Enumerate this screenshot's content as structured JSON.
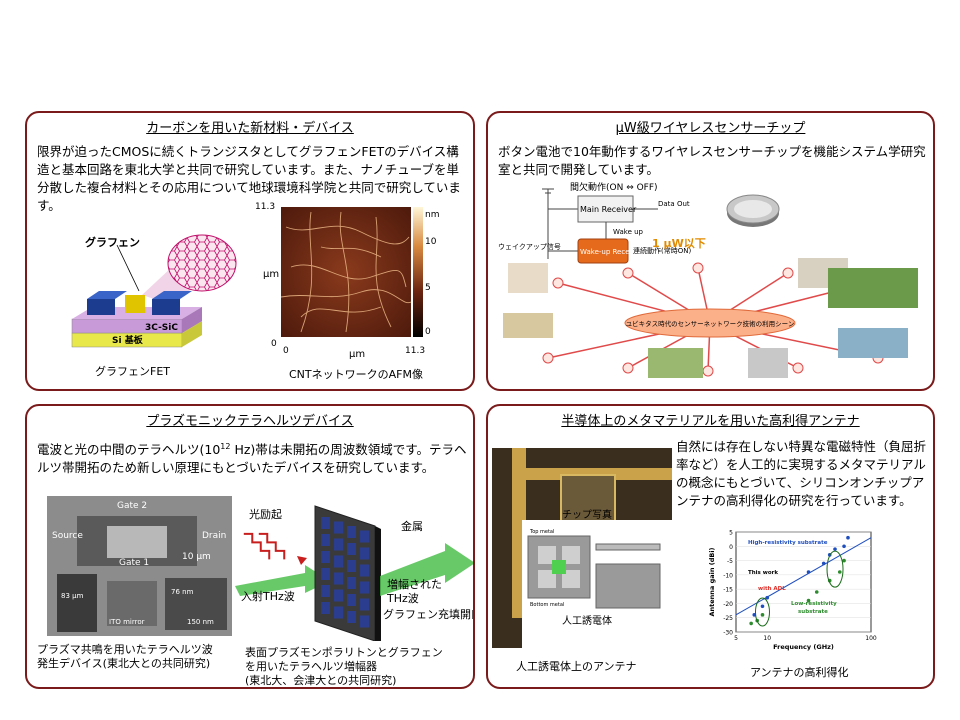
{
  "panels": {
    "carbon": {
      "title": "カーボンを用いた新材料・デバイス",
      "text": "限界が迫ったCMOSに続くトランジスタとしてグラフェンFETのデバイス構造と基本回路を東北大学と共同で研究しています。また、ナノチューブを単分散した複合材料とその応用について地球環境科学院と共同で研究しています。",
      "graphene_label": "グラフェン",
      "layer_sic": "3C-SiC",
      "layer_si": "Si 基板",
      "fig1_caption": "グラフェンFET",
      "afm": {
        "y_top": "11.3",
        "y_unit": "μm",
        "x_zero": "0",
        "y_zero": "0",
        "x_unit": "μm",
        "x_max": "11.3",
        "scale_unit": "nm",
        "scale_10": "10",
        "scale_5": "5",
        "scale_0": "0"
      },
      "fig2_caption": "CNTネットワークのAFM像"
    },
    "wireless": {
      "title": "μW級ワイヤレスセンサーチップ",
      "text": "ボタン電池で10年動作するワイヤレスセンサーチップを機能システム学研究室と共同で開発しています。",
      "intermittent": "間欠動作(ON ⇔ OFF)",
      "main_receiver": "Main Receiver",
      "data_out": "Data Out",
      "wake_up": "Wake up",
      "wake_signal": "ウェイクアップ信号",
      "wake_receiver": "Wake-up Receiver",
      "continuous": "連続動作(常時ON)",
      "power": "1 μW以下",
      "center_text": "ユビキタス時代のセンサーネットワーク技術の利用シーン"
    },
    "plasmonic": {
      "title": "プラズモニックテラヘルツデバイス",
      "text_pre": "電波と光の中間のテラヘルツ(10",
      "text_sup": "12",
      "text_post": " Hz)帯は未開拓の周波数領域です。テラヘルツ帯開拓のため新しい原理にもとづいたデバイスを研究しています。",
      "gate2": "Gate 2",
      "gate1": "Gate 1",
      "source": "Source",
      "drain": "Drain",
      "scale_10um": "10 μm",
      "ito": "ITO mirror",
      "scale_76nm": "76 nm",
      "scale_150nm": "150 nm",
      "scale_83um": "83 μm",
      "fig1_caption_1": "プラズマ共鳴を用いたテラヘルツ波",
      "fig1_caption_2": "発生デバイス(東北大との共同研究)",
      "photoexc": "光励起",
      "metal": "金属",
      "incident": "入射THz波",
      "amplified_1": "増幅された",
      "amplified_2": "THz波",
      "graphene_open": "グラフェン充填開口",
      "fig2_caption_1": "表面プラズモンポラリトンとグラフェン",
      "fig2_caption_2": "を用いたテラヘルツ増幅器",
      "fig2_caption_3": "(東北大、会津大との共同研究)"
    },
    "antenna": {
      "title": "半導体上のメタマテリアルを用いた高利得アンテナ",
      "text": "自然には存在しない特異な電磁特性（負屈折率など）を人工的に実現するメタマテリアルの概念にもとづいて、シリコンオンチップアンテナの高利得化の研究を行っています。",
      "chip_caption": "チップ写真",
      "top_label": "Top metal",
      "bottom_label": "Bottom metal",
      "meta_caption": "人工誘電体",
      "photo_caption": "人工誘電体上のアンテナ",
      "gain_caption": "アンテナの高利得化"
    }
  },
  "chart_data": {
    "type": "scatter",
    "xlabel": "Frequency (GHz)",
    "ylabel": "Antenna gain (dBi)",
    "xscale": "log",
    "xlim": [
      5,
      100
    ],
    "ylim": [
      -30,
      5
    ],
    "xticks": [
      "5",
      "10",
      "100"
    ],
    "yticks": [
      "5",
      "0",
      "-5",
      "-10",
      "-15",
      "-20",
      "-25",
      "-30"
    ],
    "annotations": [
      "High-resistivity substrate",
      "This work",
      "with ADL",
      "Low-resistivity substrate"
    ],
    "series": [
      {
        "color": "#1f4fbf",
        "x": [
          7.5,
          9,
          10,
          25,
          35,
          40,
          45,
          55,
          60
        ],
        "y": [
          -24,
          -21,
          -18,
          -9,
          -6,
          -3,
          -1,
          0,
          3
        ]
      },
      {
        "color": "#2e8b2e",
        "x": [
          7,
          8,
          9,
          25,
          30,
          40,
          50,
          55
        ],
        "y": [
          -27,
          -26,
          -24,
          -19,
          -16,
          -12,
          -9,
          -5
        ]
      }
    ],
    "trend": [
      [
        5,
        -24
      ],
      [
        100,
        3
      ]
    ]
  }
}
